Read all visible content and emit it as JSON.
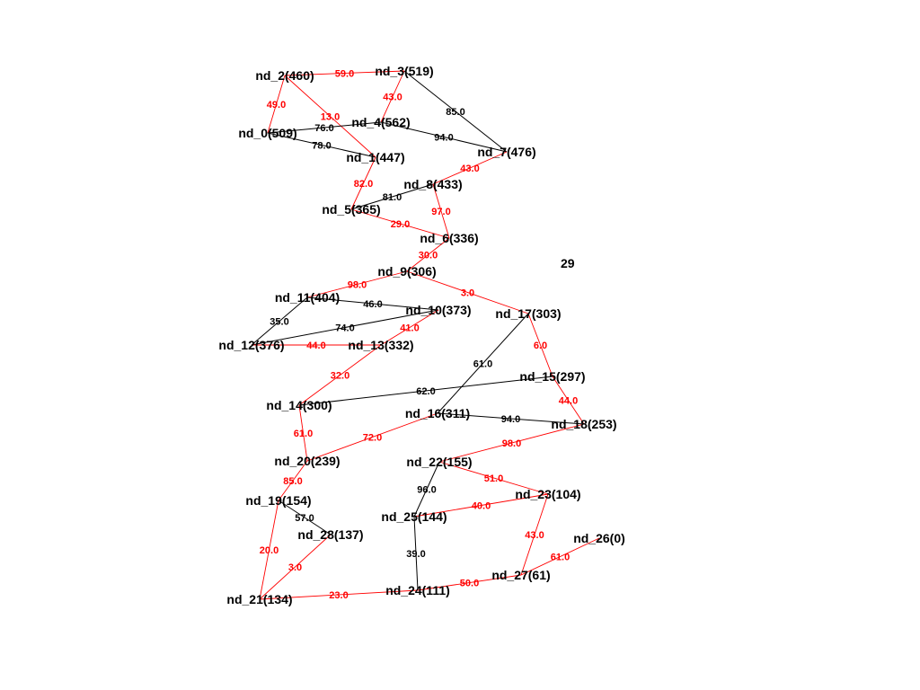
{
  "graph": {
    "corner_number": "29",
    "colors": {
      "path_edge": "#ff0000",
      "normal_edge": "#000000",
      "node_text": "#000000"
    },
    "nodes": [
      {
        "id": "nd_0",
        "label": "nd_0(509)"
      },
      {
        "id": "nd_1",
        "label": "nd_1(447)"
      },
      {
        "id": "nd_2",
        "label": "nd_2(460)"
      },
      {
        "id": "nd_3",
        "label": "nd_3(519)"
      },
      {
        "id": "nd_4",
        "label": "nd_4(562)"
      },
      {
        "id": "nd_5",
        "label": "nd_5(365)"
      },
      {
        "id": "nd_6",
        "label": "nd_6(336)"
      },
      {
        "id": "nd_7",
        "label": "nd_7(476)"
      },
      {
        "id": "nd_8",
        "label": "nd_8(433)"
      },
      {
        "id": "nd_9",
        "label": "nd_9(306)"
      },
      {
        "id": "nd_10",
        "label": "nd_10(373)"
      },
      {
        "id": "nd_11",
        "label": "nd_11(404)"
      },
      {
        "id": "nd_12",
        "label": "nd_12(376)"
      },
      {
        "id": "nd_13",
        "label": "nd_13(332)"
      },
      {
        "id": "nd_14",
        "label": "nd_14(300)"
      },
      {
        "id": "nd_15",
        "label": "nd_15(297)"
      },
      {
        "id": "nd_16",
        "label": "nd_16(311)"
      },
      {
        "id": "nd_17",
        "label": "nd_17(303)"
      },
      {
        "id": "nd_18",
        "label": "nd_18(253)"
      },
      {
        "id": "nd_19",
        "label": "nd_19(154)"
      },
      {
        "id": "nd_20",
        "label": "nd_20(239)"
      },
      {
        "id": "nd_21",
        "label": "nd_21(134)"
      },
      {
        "id": "nd_22",
        "label": "nd_22(155)"
      },
      {
        "id": "nd_23",
        "label": "nd_23(104)"
      },
      {
        "id": "nd_24",
        "label": "nd_24(111)"
      },
      {
        "id": "nd_25",
        "label": "nd_25(144)"
      },
      {
        "id": "nd_26",
        "label": "nd_26(0)"
      },
      {
        "id": "nd_27",
        "label": "nd_27(61)"
      },
      {
        "id": "nd_28",
        "label": "nd_28(137)"
      }
    ],
    "edges": [
      {
        "from": "nd_2",
        "to": "nd_3",
        "weight": "59.0",
        "highlighted": true
      },
      {
        "from": "nd_2",
        "to": "nd_0",
        "weight": "49.0",
        "highlighted": true
      },
      {
        "from": "nd_2",
        "to": "nd_1",
        "weight": "13.0",
        "highlighted": true
      },
      {
        "from": "nd_3",
        "to": "nd_4",
        "weight": "43.0",
        "highlighted": true
      },
      {
        "from": "nd_3",
        "to": "nd_7",
        "weight": "85.0",
        "highlighted": false
      },
      {
        "from": "nd_0",
        "to": "nd_4",
        "weight": "76.0",
        "highlighted": false
      },
      {
        "from": "nd_0",
        "to": "nd_1",
        "weight": "78.0",
        "highlighted": false
      },
      {
        "from": "nd_4",
        "to": "nd_7",
        "weight": "94.0",
        "highlighted": false
      },
      {
        "from": "nd_7",
        "to": "nd_8",
        "weight": "43.0",
        "highlighted": true
      },
      {
        "from": "nd_1",
        "to": "nd_5",
        "weight": "82.0",
        "highlighted": true
      },
      {
        "from": "nd_5",
        "to": "nd_8",
        "weight": "81.0",
        "highlighted": false
      },
      {
        "from": "nd_8",
        "to": "nd_6",
        "weight": "97.0",
        "highlighted": true
      },
      {
        "from": "nd_5",
        "to": "nd_6",
        "weight": "29.0",
        "highlighted": true
      },
      {
        "from": "nd_6",
        "to": "nd_9",
        "weight": "30.0",
        "highlighted": true
      },
      {
        "from": "nd_9",
        "to": "nd_11",
        "weight": "98.0",
        "highlighted": true
      },
      {
        "from": "nd_9",
        "to": "nd_17",
        "weight": "3.0",
        "highlighted": true
      },
      {
        "from": "nd_11",
        "to": "nd_10",
        "weight": "46.0",
        "highlighted": false
      },
      {
        "from": "nd_11",
        "to": "nd_12",
        "weight": "35.0",
        "highlighted": false
      },
      {
        "from": "nd_12",
        "to": "nd_10",
        "weight": "74.0",
        "highlighted": false
      },
      {
        "from": "nd_10",
        "to": "nd_13",
        "weight": "41.0",
        "highlighted": true
      },
      {
        "from": "nd_12",
        "to": "nd_13",
        "weight": "44.0",
        "highlighted": true
      },
      {
        "from": "nd_17",
        "to": "nd_15",
        "weight": "6.0",
        "highlighted": true
      },
      {
        "from": "nd_17",
        "to": "nd_16",
        "weight": "61.0",
        "highlighted": false
      },
      {
        "from": "nd_13",
        "to": "nd_14",
        "weight": "32.0",
        "highlighted": true
      },
      {
        "from": "nd_14",
        "to": "nd_15",
        "weight": "62.0",
        "highlighted": false
      },
      {
        "from": "nd_15",
        "to": "nd_18",
        "weight": "44.0",
        "highlighted": true
      },
      {
        "from": "nd_16",
        "to": "nd_18",
        "weight": "94.0",
        "highlighted": false
      },
      {
        "from": "nd_14",
        "to": "nd_20",
        "weight": "61.0",
        "highlighted": true
      },
      {
        "from": "nd_20",
        "to": "nd_16",
        "weight": "72.0",
        "highlighted": true
      },
      {
        "from": "nd_18",
        "to": "nd_22",
        "weight": "98.0",
        "highlighted": true
      },
      {
        "from": "nd_20",
        "to": "nd_19",
        "weight": "85.0",
        "highlighted": true
      },
      {
        "from": "nd_22",
        "to": "nd_23",
        "weight": "51.0",
        "highlighted": true
      },
      {
        "from": "nd_22",
        "to": "nd_25",
        "weight": "96.0",
        "highlighted": false
      },
      {
        "from": "nd_25",
        "to": "nd_23",
        "weight": "40.0",
        "highlighted": true
      },
      {
        "from": "nd_19",
        "to": "nd_28",
        "weight": "57.0",
        "highlighted": false
      },
      {
        "from": "nd_19",
        "to": "nd_21",
        "weight": "20.0",
        "highlighted": true
      },
      {
        "from": "nd_28",
        "to": "nd_21",
        "weight": "3.0",
        "highlighted": true
      },
      {
        "from": "nd_25",
        "to": "nd_24",
        "weight": "39.0",
        "highlighted": false
      },
      {
        "from": "nd_23",
        "to": "nd_27",
        "weight": "43.0",
        "highlighted": true
      },
      {
        "from": "nd_27",
        "to": "nd_26",
        "weight": "61.0",
        "highlighted": true
      },
      {
        "from": "nd_24",
        "to": "nd_27",
        "weight": "50.0",
        "highlighted": true
      },
      {
        "from": "nd_21",
        "to": "nd_24",
        "weight": "23.0",
        "highlighted": true
      }
    ]
  }
}
